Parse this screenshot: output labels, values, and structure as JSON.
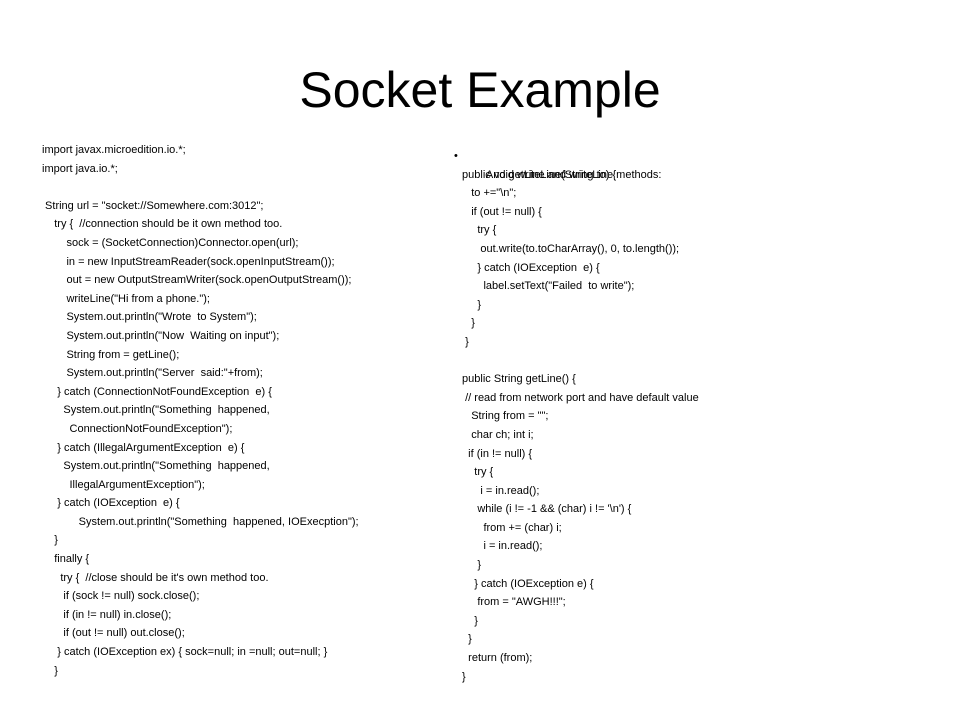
{
  "slide": {
    "title": "Socket Example"
  },
  "left_code": [
    "import javax.microedition.io.*;",
    "import java.io.*;",
    "",
    " String url = \"socket://Somewhere.com:3012\";",
    "    try {  //connection should be it own method too.",
    "        sock = (SocketConnection)Connector.open(url);",
    "        in = new InputStreamReader(sock.openInputStream());",
    "        out = new OutputStreamWriter(sock.openOutputStream());",
    "        writeLine(\"Hi from a phone.\");",
    "        System.out.println(\"Wrote  to System\");",
    "        System.out.println(\"Now  Waiting on input\");",
    "        String from = getLine();",
    "        System.out.println(\"Server  said:\"+from);",
    "     } catch (ConnectionNotFoundException  e) {",
    "       System.out.println(\"Something  happened,",
    "         ConnectionNotFoundException\");",
    "     } catch (IllegalArgumentException  e) {",
    "       System.out.println(\"Something  happened,",
    "         IllegalArgumentException\");",
    "     } catch (IOException  e) {",
    "            System.out.println(\"Something  happened, IOExecption\");",
    "    }",
    "    finally {",
    "      try {  //close should be it's own method too.",
    "       if (sock != null) sock.close();",
    "       if (in != null) in.close();",
    "       if (out != null) out.close();",
    "     } catch (IOException ex) { sock=null; in =null; out=null; }",
    "    }"
  ],
  "right_bullet": {
    "marker": "•",
    "text": "   And getLine and writeLine methods:"
  },
  "right_code": [
    " public void writeLine(String to) {",
    "    to +=\"\\n\";",
    "    if (out != null) {",
    "      try {",
    "       out.write(to.toCharArray(), 0, to.length());",
    "      } catch (IOException  e) {",
    "        label.setText(\"Failed  to write\");",
    "      }",
    "    }",
    "  }",
    "",
    " public String getLine() {",
    "  // read from network port and have default value",
    "    String from = \"\";",
    "    char ch; int i;",
    "   if (in != null) {",
    "     try {",
    "       i = in.read();",
    "      while (i != -1 && (char) i != '\\n') {",
    "        from += (char) i;",
    "        i = in.read();",
    "      }",
    "     } catch (IOException e) {",
    "      from = \"AWGH!!!\";",
    "     }",
    "   }",
    "   return (from);",
    " }"
  ]
}
